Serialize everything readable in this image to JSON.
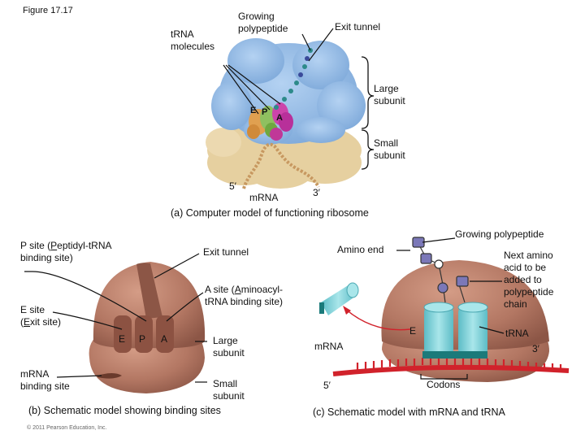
{
  "figure_label": "Figure 17.17",
  "panel_a": {
    "growing_polypeptide": "Growing\npolypeptide",
    "exit_tunnel": "Exit tunnel",
    "trna_molecules": "tRNA\nmolecules",
    "large_subunit": "Large\nsubunit",
    "small_subunit": "Small\nsubunit",
    "site_e": "E",
    "site_p": "P",
    "site_a": "A",
    "five_prime": "5′",
    "three_prime": "3′",
    "mrna": "mRNA",
    "caption": "(a) Computer model of functioning ribosome"
  },
  "panel_b": {
    "p_site_prefix": "P site (",
    "p_site_key": "P",
    "p_site_suffix": "eptidyl-tRNA",
    "p_site_line2": "binding site)",
    "exit_tunnel": "Exit tunnel",
    "a_site_prefix": "A site (",
    "a_site_key": "A",
    "a_site_suffix": "minoacyl-",
    "a_site_line2": "tRNA binding site)",
    "e_site_line1": "E site",
    "e_site_prefix": "(",
    "e_site_key": "E",
    "e_site_suffix": "xit site)",
    "site_e": "E",
    "site_p": "P",
    "site_a": "A",
    "large_subunit": "Large\nsubunit",
    "small_subunit": "Small\nsubunit",
    "mrna_binding": "mRNA\nbinding site",
    "caption": "(b) Schematic model showing binding sites"
  },
  "panel_c": {
    "growing_polypeptide": "Growing polypeptide",
    "amino_end": "Amino end",
    "next_amino_acid": "Next amino\nacid to be\nadded to\npolypeptide\nchain",
    "site_e": "E",
    "trna": "tRNA",
    "three_prime": "3′",
    "mrna": "mRNA",
    "five_prime": "5′",
    "codons": "Codons",
    "caption": "(c) Schematic model with mRNA and tRNA"
  },
  "copyright": "© 2011 Pearson Education, Inc.",
  "colors": {
    "large_subunit_blue": "#8fb8e6",
    "small_subunit_tan": "#e8d3a6",
    "ribosome_brown": "#b57a66",
    "mrna_red": "#d1222b",
    "trna_cyan": "#7fd1d8",
    "polypeptide_purple": "#7b78b8"
  }
}
